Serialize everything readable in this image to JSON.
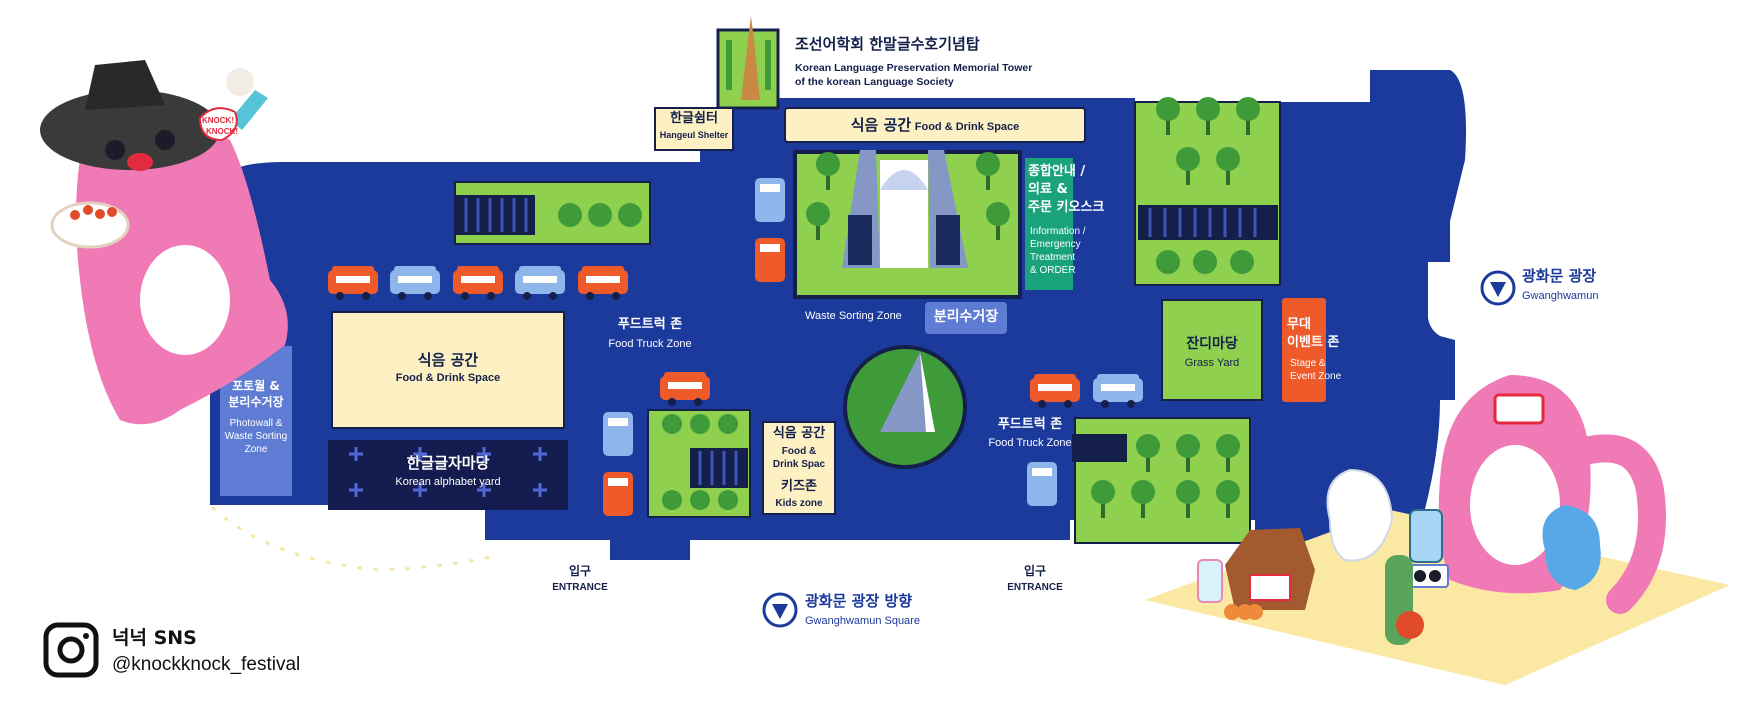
{
  "tower": {
    "title_ko": "조선어학회 한말글수호기념탑",
    "title_en_1": "Korean Language Preservation Memorial Tower",
    "title_en_2": "of the korean Language Society"
  },
  "hangeul_shelter": {
    "ko": "한글쉼터",
    "en": "Hangeul Shelter"
  },
  "food_top": {
    "ko": "식음 공간",
    "en": "Food & Drink Space"
  },
  "info_booth": {
    "ko_1": "종합안내 /",
    "ko_2": "의료 &",
    "ko_3": "주문 키오스크",
    "en_1": "Information /",
    "en_2": "Emergency",
    "en_3": "Treatment",
    "en_4": "& ORDER"
  },
  "waste_sorting": {
    "en": "Waste Sorting Zone",
    "ko": "분리수거장"
  },
  "food_truck_left": {
    "ko": "푸드트럭 존",
    "en": "Food Truck Zone"
  },
  "food_truck_right": {
    "ko": "푸드트럭 존",
    "en": "Food Truck Zone"
  },
  "food_left": {
    "ko": "식음 공간",
    "en": "Food & Drink Space"
  },
  "alphabet_yard": {
    "ko": "한글글자마당",
    "en": "Korean alphabet yard"
  },
  "photowall": {
    "ko_1": "포토월 &",
    "ko_2": "분리수거장",
    "en_1": "Photowall &",
    "en_2": "Waste Sorting",
    "en_3": "Zone"
  },
  "food_small": {
    "ko": "식음 공간",
    "en_1": "Food &",
    "en_2": "Drink Spac"
  },
  "kids_zone": {
    "ko": "키즈존",
    "en": "Kids zone"
  },
  "grass_yard": {
    "ko": "잔디마당",
    "en": "Grass Yard"
  },
  "stage": {
    "ko_1": "무대",
    "ko_2": "이벤트 존",
    "en_1": "Stage &",
    "en_2": "Event Zone"
  },
  "gwanghwamun": {
    "ko": "광화문 광장",
    "en": "Gwanghwamun"
  },
  "square_dir": {
    "ko": "광화문 광장 방향",
    "en": "Gwanghwamun Square"
  },
  "entrance_left": {
    "ko": "입구",
    "en": "ENTRANCE"
  },
  "entrance_right": {
    "ko": "입구",
    "en": "ENTRANCE"
  },
  "sns": {
    "label": "넉넉 SNS",
    "handle": "@knockknock_festival",
    "icon": "instagram-icon"
  },
  "mascot_speech": {
    "line1": "KNOCK!",
    "line2": "KNOCK!"
  },
  "colors": {
    "map_blue": "#1b3a9c",
    "grass": "#8fd14f",
    "cream": "#fdf1c4",
    "navy": "#141c4f",
    "orange": "#ee5a2a",
    "teal": "#1aa37a",
    "pink": "#f07ab5"
  }
}
